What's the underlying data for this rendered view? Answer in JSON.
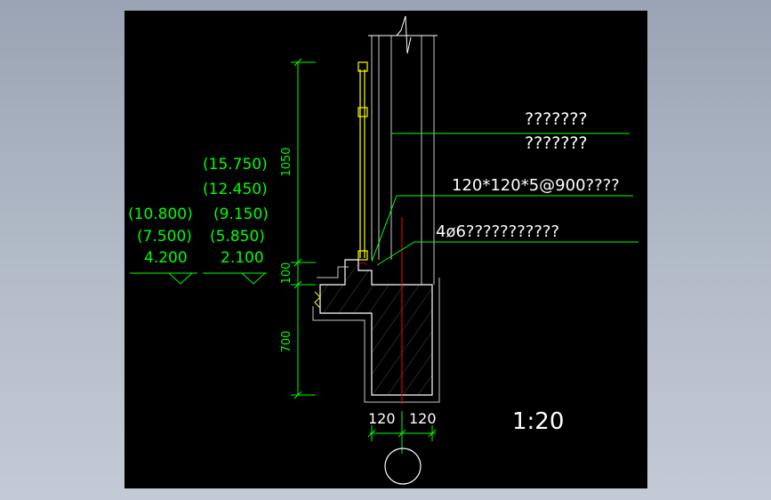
{
  "drawing": {
    "scale_label": "1:20",
    "dimensions": {
      "wall_upper": "1050",
      "curb": "100",
      "foundation": "700",
      "left_width": "120",
      "right_width": "120"
    },
    "elevations": {
      "left_column": [
        "(10.800)",
        "(7.500)",
        "4.200"
      ],
      "right_column": [
        "(15.750)",
        "(12.450)",
        "(9.150)",
        "(5.850)",
        "2.100"
      ]
    },
    "callouts": {
      "line1_a": "???????",
      "line1_b": "???????",
      "line2": "120*120*5@900????",
      "line3": "4ø6???????????"
    },
    "grid_bubble": ""
  },
  "colors": {
    "background": "#000000",
    "dimension": "#00ff00",
    "outline": "#ffffff",
    "wall": "#c8c8c8",
    "rebar": "#ff0000",
    "window": "#ffff00",
    "hatch": "#9a9a9a"
  }
}
